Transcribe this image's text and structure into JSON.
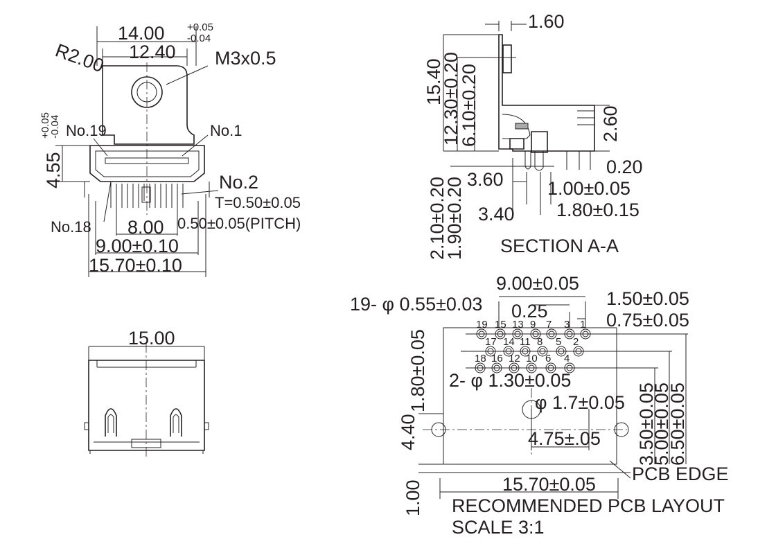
{
  "top_view": {
    "width_total": "14.00",
    "width_tol_plus": "+0.05",
    "width_tol_minus": "-0.04",
    "width_inner": "12.40",
    "radius": "R2.00",
    "screw": "M3x0.5",
    "pin_19": "No.19",
    "pin_1": "No.1",
    "height": "4.55",
    "height_tol_plus": "+0.05",
    "height_tol_minus": "-0.04",
    "pin_2": "No.2",
    "thickness": "T=0.50±0.05",
    "pin_18": "No.18",
    "span_8": "8.00",
    "pitch": "0.50±0.05(PITCH)",
    "span_9": "9.00±0.10",
    "span_15": "15.70±0.10"
  },
  "front_view": {
    "width": "15.00"
  },
  "section": {
    "title": "SECTION A-A",
    "d_1_60": "1.60",
    "d_15_40": "15.40",
    "d_12_30": "12.30±0.20",
    "d_6_10": "6.10±0.20",
    "d_2_60": "2.60",
    "d_0_20": "0.20",
    "d_3_60": "3.60",
    "d_1_00": "1.00±0.05",
    "d_1_80": "1.80±0.15",
    "d_3_40": "3.40",
    "d_2_10": "2.10±0.20",
    "d_1_90": "1.90±0.20"
  },
  "pcb_layout": {
    "title": "RECOMMENDED PCB LAYOUT",
    "scale": "SCALE 3:1",
    "d_9_00": "9.00±0.05",
    "holes_small": "19- φ 0.55±0.03",
    "d_0_25": "0.25",
    "d_1_50": "1.50±0.05",
    "d_0_75": "0.75±0.05",
    "d_1_80": "1.80±0.05",
    "holes_large": "2- φ 1.30±0.05",
    "hole_center": "φ 1.7±0.05",
    "d_3_50": "3.50±0.05",
    "d_5_00": "5.00±0.05",
    "d_6_50": "6.50±0.05",
    "d_4_40": "4.40",
    "d_4_75": "4.75±.05",
    "pcb_edge": "PCB EDGE",
    "d_15_70": "15.70±0.05",
    "d_1_00": "1.00",
    "pins_row1": [
      "19",
      "15",
      "13",
      "9",
      "7",
      "3",
      "1"
    ],
    "pins_row2": [
      "17",
      "14",
      "11",
      "8",
      "5",
      "2"
    ],
    "pins_row3": [
      "18",
      "16",
      "12",
      "10",
      "6",
      "4"
    ]
  }
}
